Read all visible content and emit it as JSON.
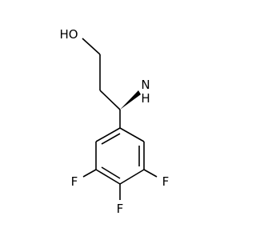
{
  "molecule": {
    "atoms": {
      "hydroxyl": "HO",
      "amine_n": "N",
      "amine_h": "H",
      "fluorine_left": "F",
      "fluorine_bottom": "F",
      "fluorine_right": "F"
    },
    "colors": {
      "bond": "#000000",
      "label": "#000000",
      "background": "#ffffff"
    }
  }
}
